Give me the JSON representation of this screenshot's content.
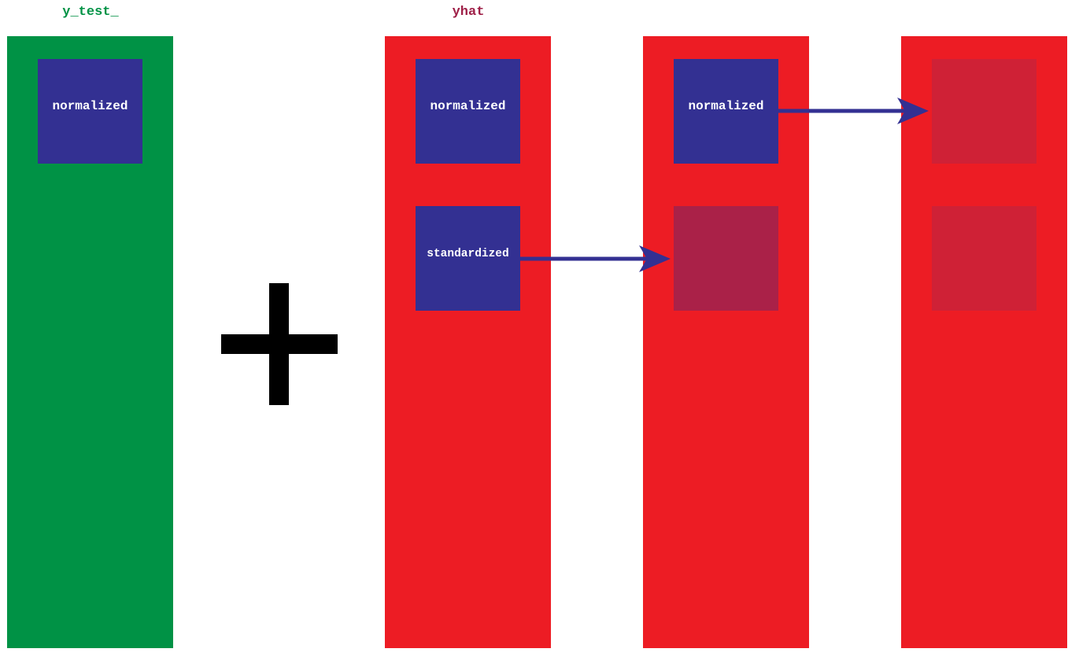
{
  "headers": {
    "y_test": "y_test_",
    "yhat": "yhat"
  },
  "boxes": {
    "y_normalized": "normalized",
    "yhat_normalized": "normalized",
    "yhat_standardized": "standardized",
    "col3_normalized": "normalized"
  },
  "colors": {
    "green": "#009245",
    "red": "#ED1C24",
    "blue": "#333092",
    "faded_red": "#AA2148",
    "faded_red_light": "#CF2136",
    "header_green": "#009245",
    "header_red": "#9E1F47",
    "arrow": "#333092"
  }
}
